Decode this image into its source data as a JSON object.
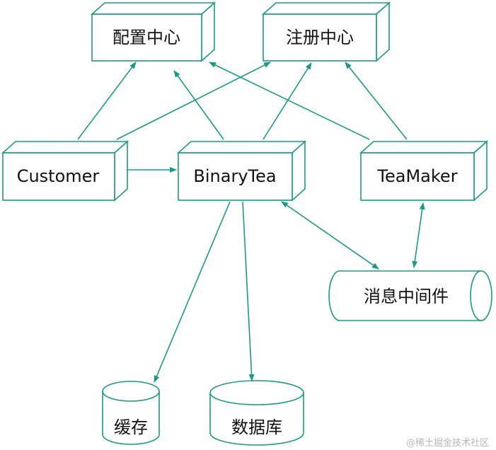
{
  "colors": {
    "stroke": "#1a9a86",
    "text": "#111111",
    "watermark": "#b8b8b8"
  },
  "nodes": {
    "config_center": {
      "label": "配置中心",
      "shape": "box-3d"
    },
    "registry_center": {
      "label": "注册中心",
      "shape": "box-3d"
    },
    "customer": {
      "label": "Customer",
      "shape": "box-3d"
    },
    "binarytea": {
      "label": "BinaryTea",
      "shape": "box-3d"
    },
    "teamaker": {
      "label": "TeaMaker",
      "shape": "box-3d"
    },
    "message_queue": {
      "label": "消息中间件",
      "shape": "horizontal-cylinder"
    },
    "cache": {
      "label": "缓存",
      "shape": "cylinder"
    },
    "database": {
      "label": "数据库",
      "shape": "cylinder"
    }
  },
  "edges": [
    {
      "from": "customer",
      "to": "config_center",
      "arrow": "end"
    },
    {
      "from": "customer",
      "to": "registry_center",
      "arrow": "end"
    },
    {
      "from": "customer",
      "to": "binarytea",
      "arrow": "end"
    },
    {
      "from": "binarytea",
      "to": "config_center",
      "arrow": "end"
    },
    {
      "from": "binarytea",
      "to": "registry_center",
      "arrow": "end"
    },
    {
      "from": "teamaker",
      "to": "config_center",
      "arrow": "end"
    },
    {
      "from": "teamaker",
      "to": "registry_center",
      "arrow": "end"
    },
    {
      "from": "binarytea",
      "to": "message_queue",
      "arrow": "both"
    },
    {
      "from": "teamaker",
      "to": "message_queue",
      "arrow": "both"
    },
    {
      "from": "binarytea",
      "to": "cache",
      "arrow": "end"
    },
    {
      "from": "binarytea",
      "to": "database",
      "arrow": "end"
    }
  ],
  "watermark": "@稀土掘金技术社区"
}
